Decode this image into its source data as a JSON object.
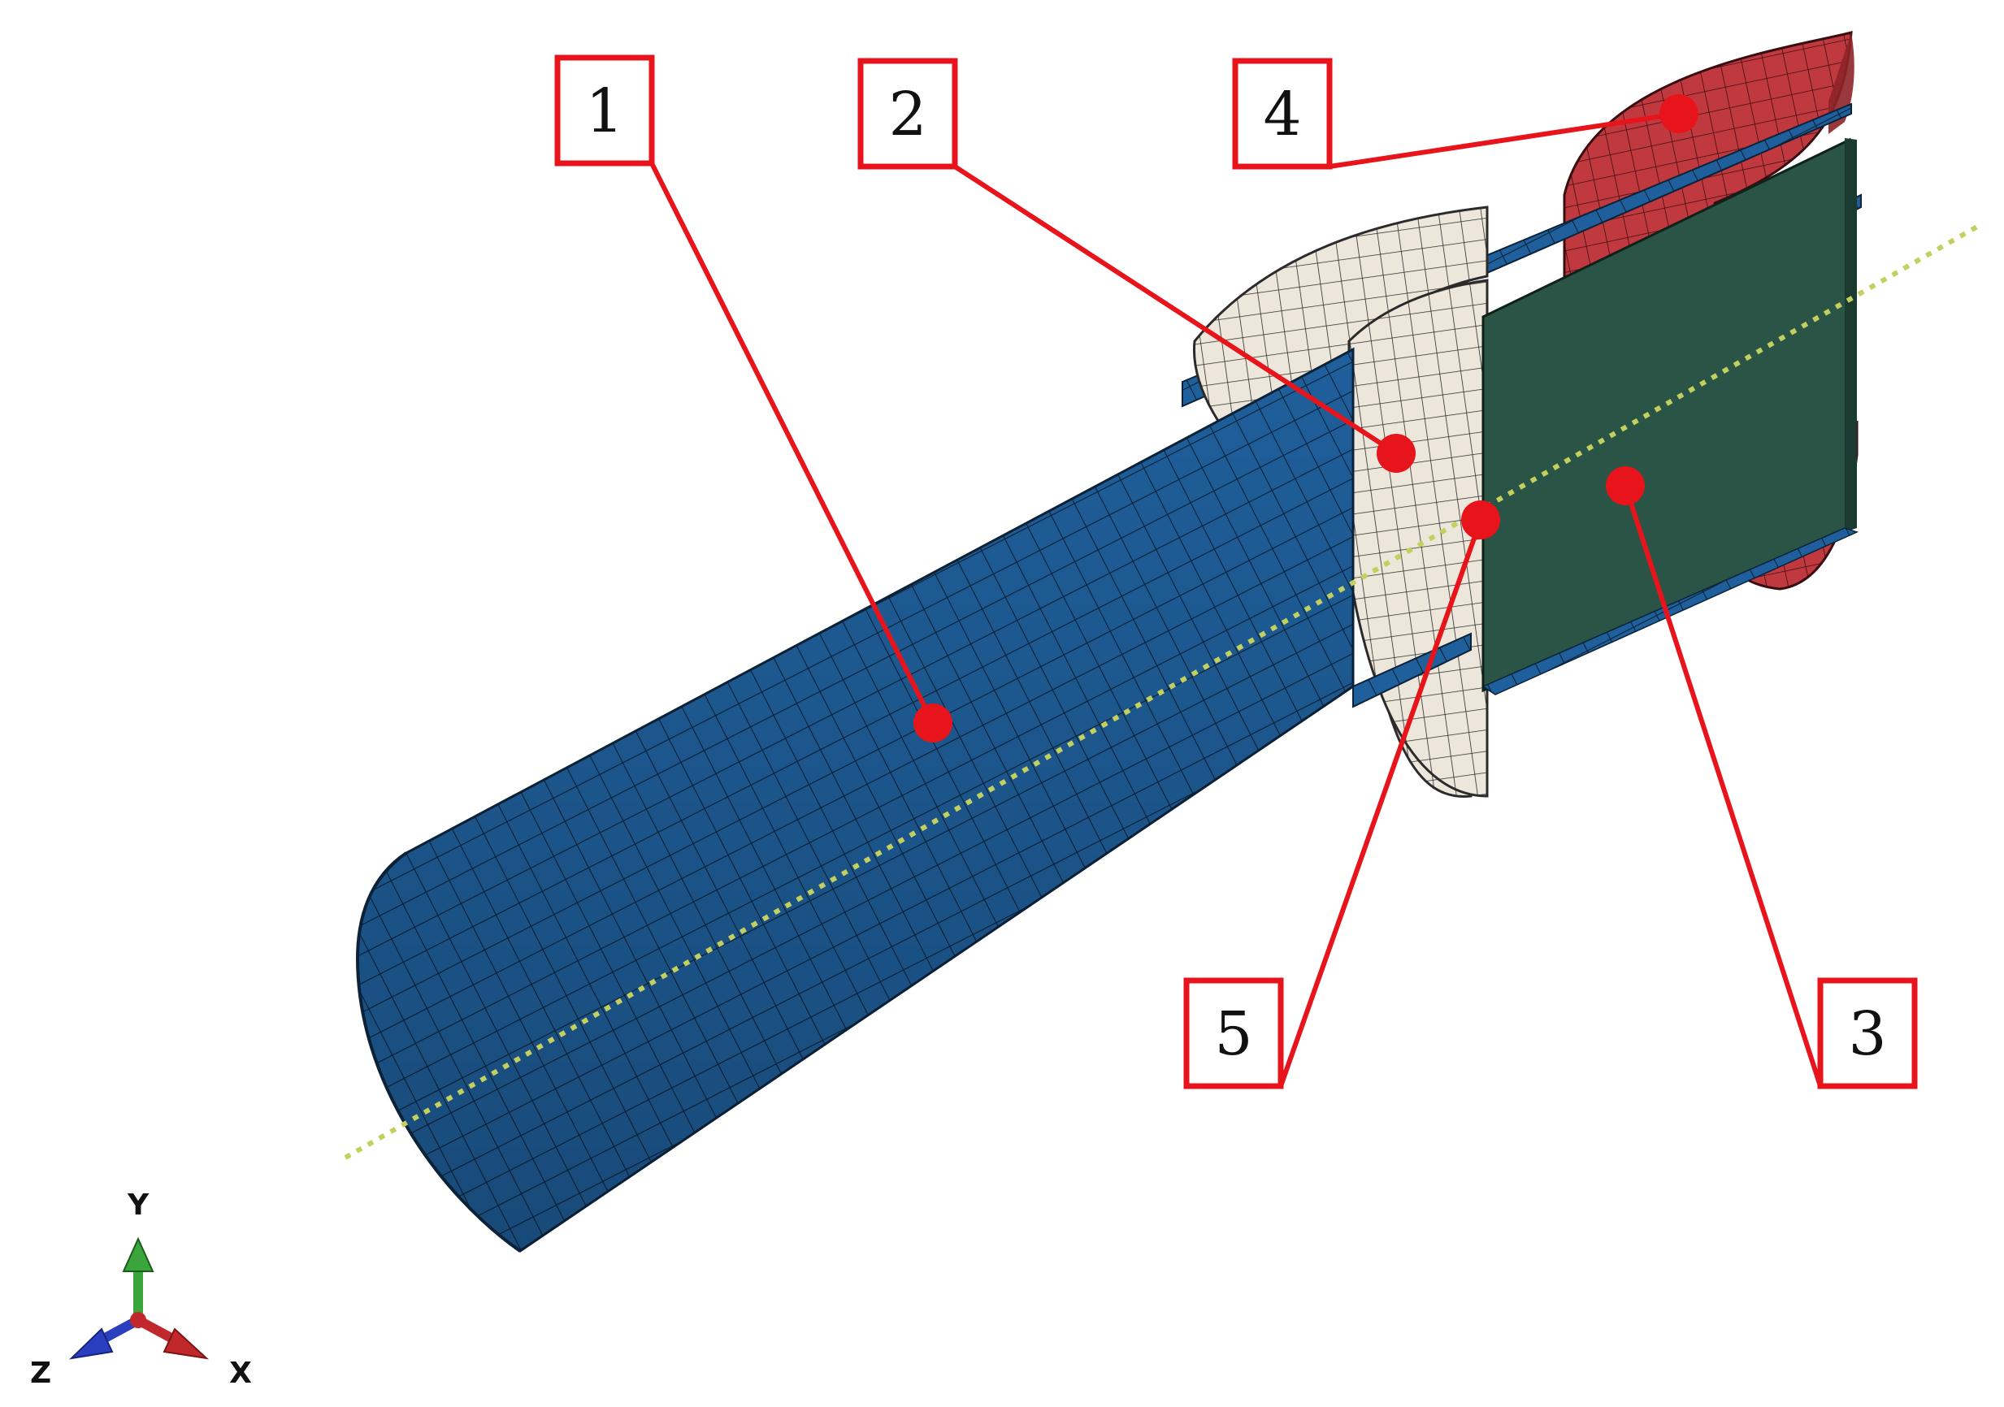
{
  "callouts": [
    {
      "id": "1",
      "label": "1"
    },
    {
      "id": "2",
      "label": "2"
    },
    {
      "id": "3",
      "label": "3"
    },
    {
      "id": "4",
      "label": "4"
    },
    {
      "id": "5",
      "label": "5"
    }
  ],
  "triad": {
    "y_label": "Y",
    "z_label": "Z",
    "x_label": "X"
  },
  "colors": {
    "callout": "#e8141c",
    "pipe": "#1f5f9b",
    "disc_front": "#ece7da",
    "disc_back": "#c0393f",
    "plate": "#2a5446",
    "axis_line": "#c3cf5f",
    "triad_y": "#3aa53a",
    "triad_z": "#2a3fbf",
    "triad_x": "#c0282c"
  }
}
